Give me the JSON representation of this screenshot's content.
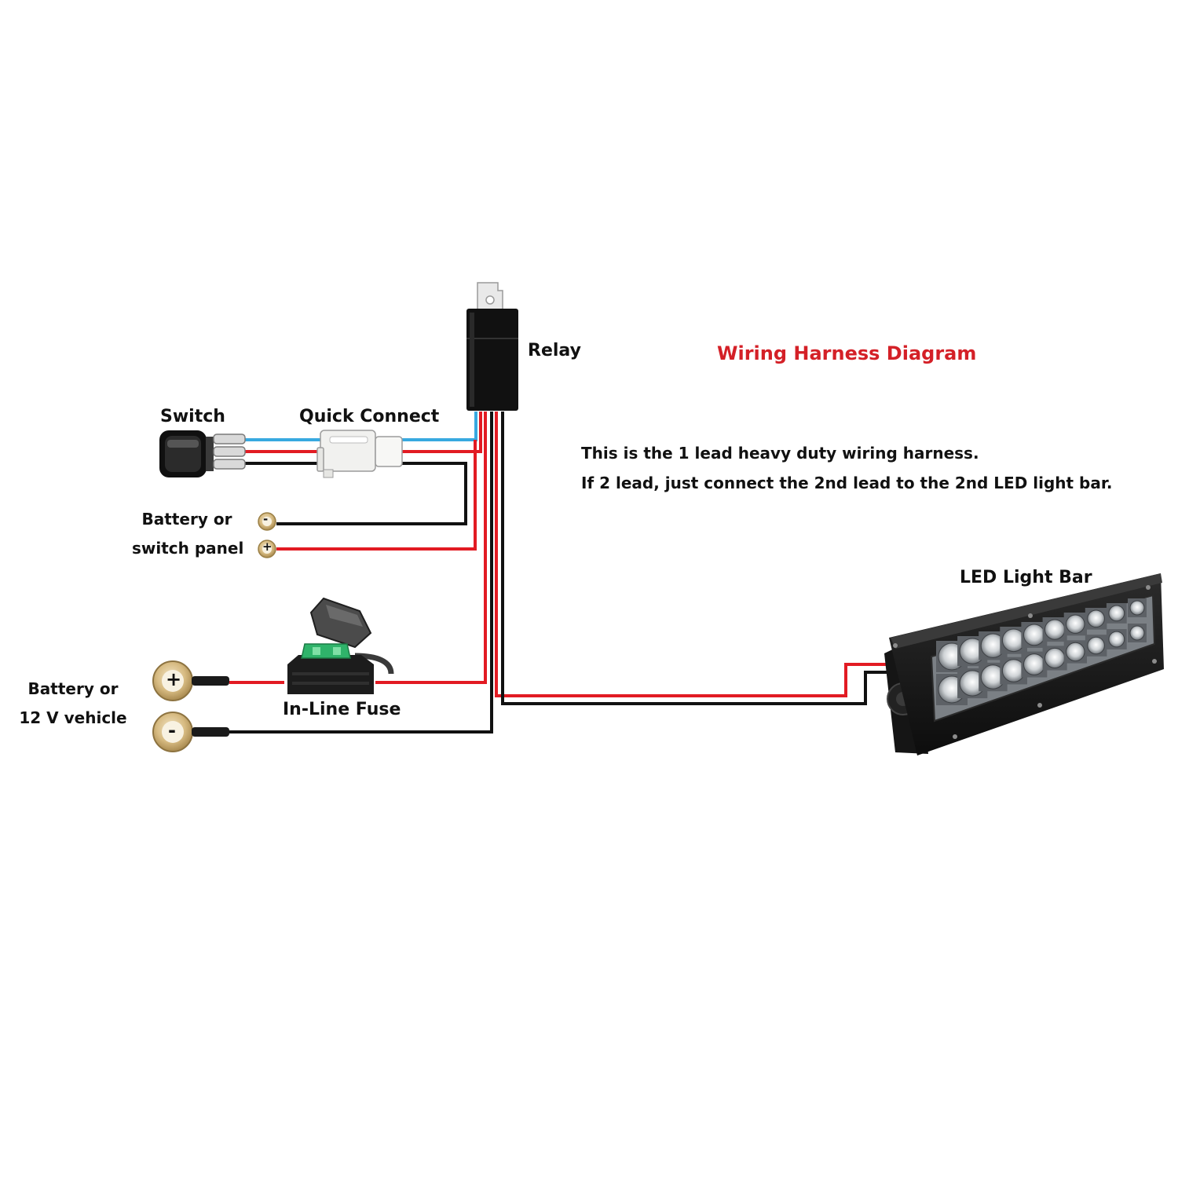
{
  "title": "Wiring Harness Diagram",
  "notes": [
    "This is the 1 lead heavy duty wiring harness.",
    "If 2 lead, just connect the 2nd lead to the 2nd LED light bar."
  ],
  "labels": {
    "relay": "Relay",
    "switch": "Switch",
    "quick_connect": "Quick Connect",
    "battery_switch_panel": [
      "Battery or",
      "switch panel"
    ],
    "in_line_fuse": "In-Line Fuse",
    "battery_vehicle": [
      "Battery or",
      "12 V vehicle"
    ],
    "led_light_bar": "LED Light Bar"
  },
  "terminal_signs": {
    "negative": "-",
    "positive": "+"
  },
  "colors": {
    "title": "#d42027",
    "text": "#111111",
    "wire_red": "#e21b23",
    "wire_black": "#111111",
    "wire_blue": "#38a9e0",
    "brass_ring": "#c9a96a",
    "fuse_green": "#2fb36a",
    "light_bar_body": "#1b1b1b"
  }
}
